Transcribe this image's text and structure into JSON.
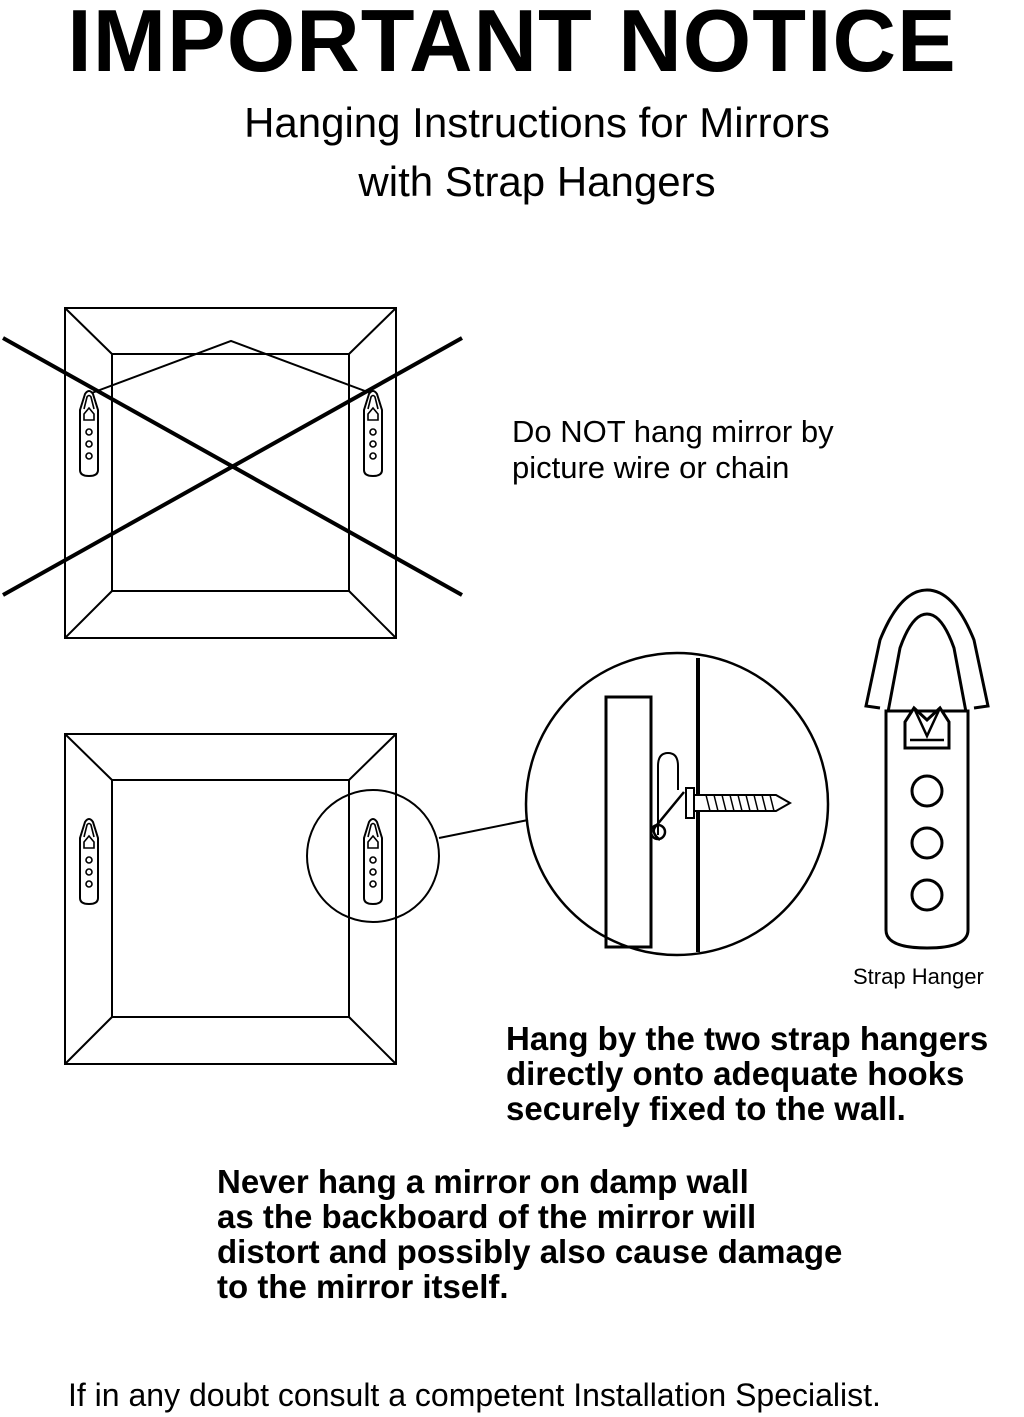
{
  "title": "IMPORTANT NOTICE",
  "subtitle": {
    "line1": "Hanging Instructions for Mirrors",
    "line2": "with Strap Hangers"
  },
  "wrong_method": {
    "line1": "Do NOT hang mirror by",
    "line2": "picture wire or chain"
  },
  "strap_hanger_label": "Strap Hanger",
  "correct_method": {
    "line1": "Hang by the two strap hangers",
    "line2": "directly onto adequate hooks",
    "line3": "securely fixed to the wall."
  },
  "damp_warning": {
    "line1": "Never hang a mirror on damp wall",
    "line2": "as the backboard of the mirror will",
    "line3": "distort and possibly also cause damage",
    "line4": "to the mirror itself."
  },
  "footer": "If in any doubt consult a competent Installation Specialist."
}
